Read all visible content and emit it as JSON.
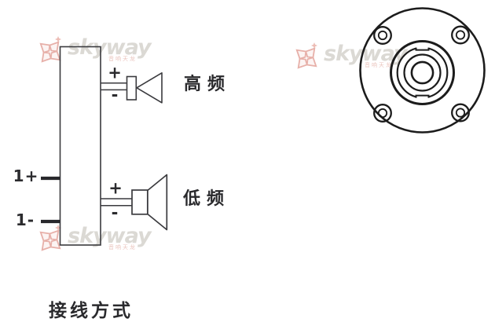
{
  "diagram": {
    "caption": "接线方式",
    "terminals": {
      "positive": "1+",
      "negative": "1-"
    },
    "tweeter": {
      "label": "高频",
      "plus": "+",
      "minus": "-"
    },
    "woofer": {
      "label": "低频",
      "plus": "+",
      "minus": "-"
    },
    "colors": {
      "line": "#3a3a3e",
      "connector_line": "#1c1c1c",
      "text": "#2b2b2e"
    }
  },
  "connector": {
    "type": "speakon-panel-mount",
    "screw_holes": 4
  },
  "watermark": {
    "text": "skyway",
    "subtext": "音响天龙",
    "logo_color": "#dd9289",
    "text_color": "#dbd9d4"
  }
}
